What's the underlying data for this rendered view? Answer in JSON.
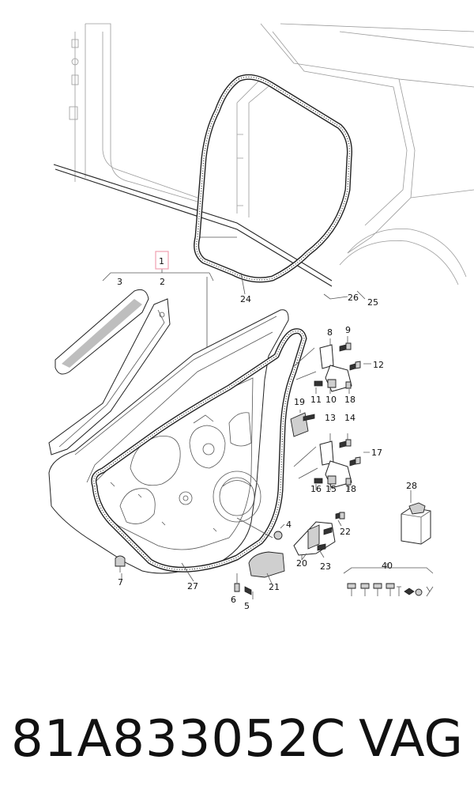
{
  "diagram": {
    "highlight_color": "#f0a0b0",
    "callouts": {
      "c1": "1",
      "c2": "2",
      "c3": "3",
      "c4": "4",
      "c5": "5",
      "c6": "6",
      "c7": "7",
      "c8": "8",
      "c9": "9",
      "c10": "10",
      "c11": "11",
      "c12": "12",
      "c13": "13",
      "c14": "14",
      "c15": "15",
      "c16": "16",
      "c17": "17",
      "c18a": "18",
      "c18b": "18",
      "c19": "19",
      "c20": "20",
      "c21": "21",
      "c22": "22",
      "c23": "23",
      "c24": "24",
      "c25": "25",
      "c26": "26",
      "c27": "27",
      "c28": "28",
      "c40": "40"
    }
  },
  "footer": {
    "part_number": "81A833052C",
    "brand": "VAG"
  }
}
